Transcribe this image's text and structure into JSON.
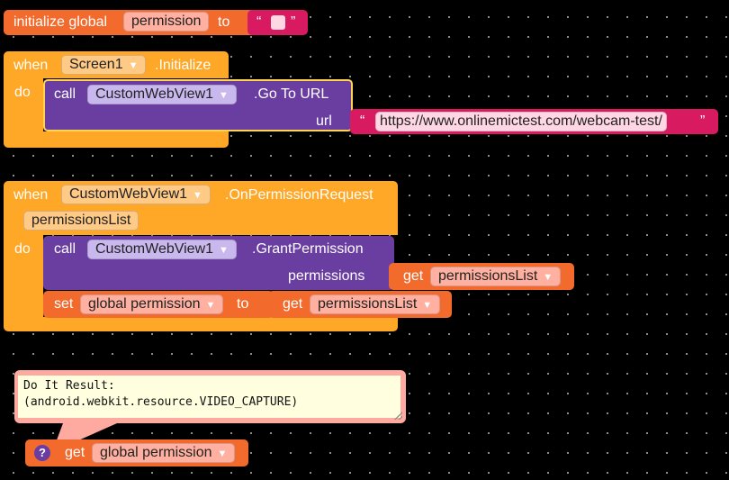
{
  "global_init": {
    "keyword": "initialize global",
    "variable_name": "permission",
    "to_label": "to",
    "quote_open": "“",
    "quote_close": "”"
  },
  "screen_event": {
    "when_label": "when",
    "component": "Screen1",
    "event": ".Initialize",
    "do_label": "do",
    "call_label": "call",
    "call_component": "CustomWebView1",
    "method": ".Go To URL",
    "param_label": "url",
    "url_value": "https://www.onlinemictest.com/webcam-test/",
    "quote_open": "“",
    "quote_close": "”"
  },
  "permission_event": {
    "when_label": "when",
    "component": "CustomWebView1",
    "event": ".OnPermissionRequest",
    "param": "permissionsList",
    "do_label": "do",
    "call_label": "call",
    "call_component": "CustomWebView1",
    "method": ".GrantPermission",
    "param_label": "permissions",
    "get_label": "get",
    "get_var": "permissionsList",
    "set_label": "set",
    "set_var": "global permission",
    "to_label": "to",
    "get2_label": "get",
    "get2_var": "permissionsList"
  },
  "result_bubble": {
    "line1": "Do It Result:",
    "line2": "(android.webkit.resource.VIDEO_CAPTURE)"
  },
  "getter_block": {
    "help_icon": "?",
    "get_label": "get",
    "var": "global permission"
  },
  "dropdown_arrow": "▼",
  "colors": {
    "variables": "#f26b2d",
    "event": "#ffa726",
    "method": "#6a3ea1",
    "text": "#d81b60",
    "bubble": "#ffaaa0"
  }
}
